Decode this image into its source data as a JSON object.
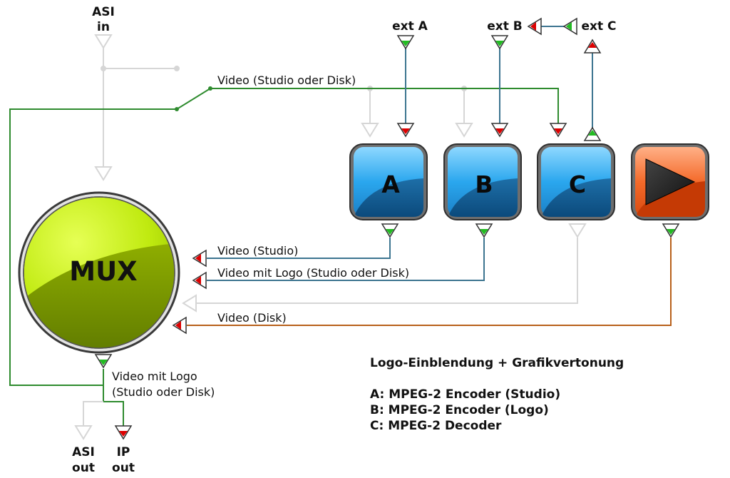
{
  "io": {
    "asi_in": [
      "ASI",
      "in"
    ],
    "asi_out": [
      "ASI",
      "out"
    ],
    "ip_out": [
      "IP",
      "out"
    ],
    "ext_a": "ext A",
    "ext_b": "ext B",
    "ext_c": "ext C"
  },
  "blocks": {
    "mux": "MUX",
    "a": "A",
    "b": "B",
    "c": "C"
  },
  "signals": {
    "video_studio_disk": "Video (Studio oder Disk)",
    "video_studio": "Video (Studio)",
    "video_logo": "Video mit Logo (Studio oder Disk)",
    "video_disk": "Video (Disk)",
    "mux_out": [
      "Video mit Logo",
      "(Studio oder Disk)"
    ]
  },
  "legend": {
    "title": "Logo-Einblendung + Grafikvertonung",
    "items": [
      "A: MPEG-2 Encoder (Studio)",
      "B: MPEG-2 Encoder (Logo)",
      "C: MPEG-2 Decoder"
    ]
  },
  "colors": {
    "blue_line": "#3d7590",
    "green_line": "#2e8b2e",
    "orange_line": "#b8601a",
    "grey_line": "#d6d6d6",
    "arrow_red": "#dd0000",
    "arrow_green": "#22bb22",
    "block_blue": "#2aa7ee",
    "block_orange": "#ee5a1e",
    "mux_lime": "#c6f000"
  }
}
